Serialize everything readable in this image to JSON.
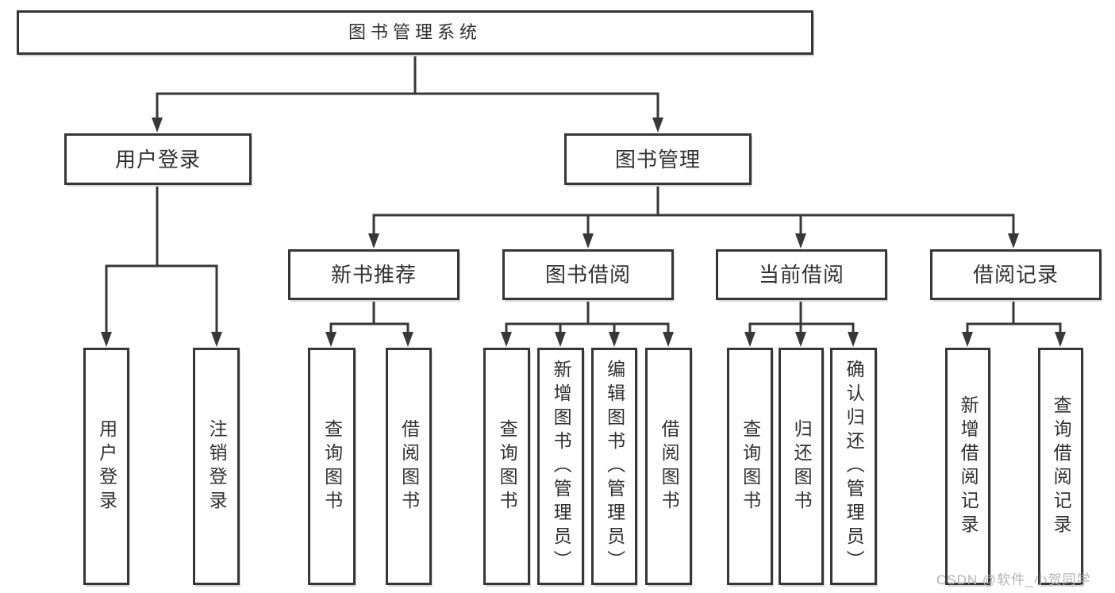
{
  "tree": {
    "root": "图书管理系统",
    "branches": [
      {
        "label": "用户登录",
        "leaves": [
          "用户登录",
          "注销登录"
        ]
      },
      {
        "label": "图书管理",
        "modules": [
          {
            "label": "新书推荐",
            "leaves": [
              "查询图书",
              "借阅图书"
            ]
          },
          {
            "label": "图书借阅",
            "leaves": [
              "查询图书",
              "新增图书（管理员）",
              "编辑图书（管理员）",
              "借阅图书"
            ]
          },
          {
            "label": "当前借阅",
            "leaves": [
              "查询图书",
              "归还图书",
              "确认归还（管理员）"
            ]
          },
          {
            "label": "借阅记录",
            "leaves": [
              "新增借阅记录",
              "查询借阅记录"
            ]
          }
        ]
      }
    ]
  },
  "watermark": {
    "text": "CSDN @软件_小贺同学"
  },
  "colors": {
    "line": "#383838",
    "box_border": "#363636",
    "text": "#303030",
    "watermark": "#b3b3b3",
    "background": "#ffffff"
  }
}
